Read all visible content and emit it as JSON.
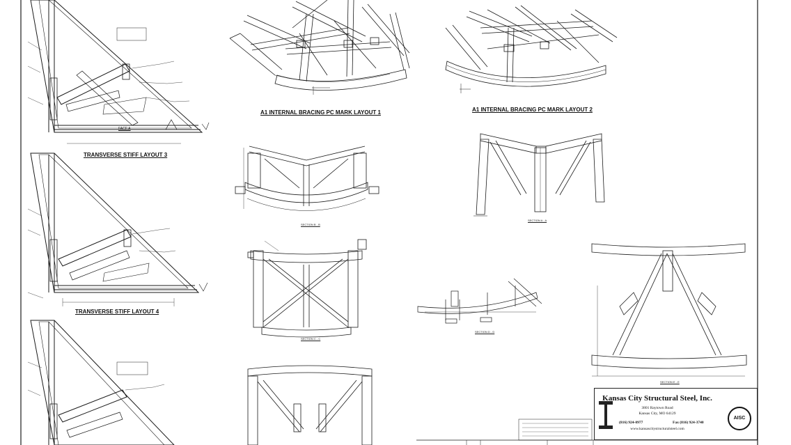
{
  "drawing": {
    "captions": {
      "transverse_3": "TRANSVERSE STIFF LAYOUT 3",
      "transverse_4": "TRANSVERSE STIFF LAYOUT 4",
      "bracing_1": "A1 INTERNAL BRACING PC MARK LAYOUT 1",
      "bracing_2": "A1 INTERNAL BRACING PC MARK LAYOUT 2"
    },
    "section_labels": {
      "sec_b": "SECTION B - B",
      "sec_a": "SECTION A - A",
      "sec_c": "SECTION C - C",
      "sec_d": "SECTION D - D",
      "sec_e": "SECTION E - E"
    },
    "face_label": "FACE A"
  },
  "title_block": {
    "company": "Kansas City Structural Steel, Inc.",
    "address1": "3801 Raytown Road",
    "address2": "Kansas City, MO 64129",
    "phone": "(816) 924-0977",
    "fax": "Fax (816) 924-3740",
    "website": "www.kansascitystructuralsteel.com",
    "logo_text": "AISC"
  },
  "colors": {
    "ink": "#1a1a1a",
    "paper": "#ffffff"
  }
}
